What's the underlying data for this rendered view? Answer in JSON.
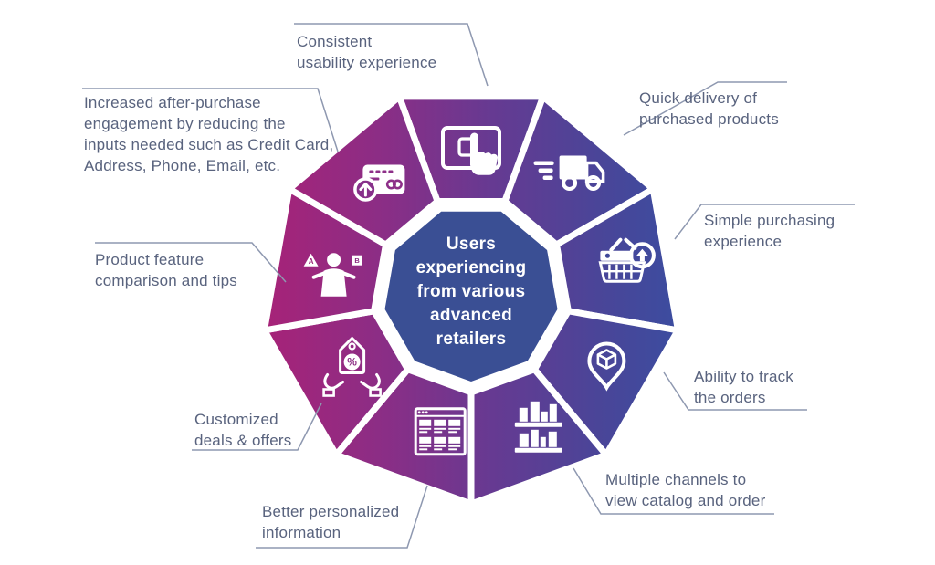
{
  "title": "Users experiencing from various advanced retailers",
  "center": {
    "text": "Users\nexperiencing\nfrom various\nadvanced\nretailers",
    "bg_color": "#3a4f94",
    "text_color": "#ffffff"
  },
  "colors": {
    "gradient_left_magenta": "#a82277",
    "gradient_mid_purple": "#6b3891",
    "gradient_right_blue": "#3b4da0",
    "label_text": "#59637e",
    "leader_line": "#8e98b0",
    "icon_stroke": "#ffffff"
  },
  "segments": [
    {
      "id": "consistent-usability",
      "icon": "touchscreen-icon",
      "label": "Consistent\nusability experience"
    },
    {
      "id": "quick-delivery",
      "icon": "delivery-truck-icon",
      "label": "Quick delivery of\npurchased products"
    },
    {
      "id": "simple-purchasing",
      "icon": "basket-upload-icon",
      "label": "Simple purchasing\nexperience"
    },
    {
      "id": "order-tracking",
      "icon": "package-pin-icon",
      "label": "Ability to track\nthe orders"
    },
    {
      "id": "multiple-channels",
      "icon": "store-shelves-icon",
      "label": "Multiple channels to\nview catalog and order"
    },
    {
      "id": "personalized-info",
      "icon": "catalog-grid-icon",
      "label": "Better personalized\ninformation"
    },
    {
      "id": "customized-deals",
      "icon": "discount-tag-icon",
      "label": "Customized\ndeals & offers"
    },
    {
      "id": "feature-comparison",
      "icon": "compare-ab-icon",
      "label": "Product feature\ncomparison and tips"
    },
    {
      "id": "after-purchase",
      "icon": "credit-card-icon",
      "label": "Increased after-purchase\nengagement by reducing the\ninputs needed such as Credit Card,\nAddress, Phone, Email, etc."
    }
  ]
}
